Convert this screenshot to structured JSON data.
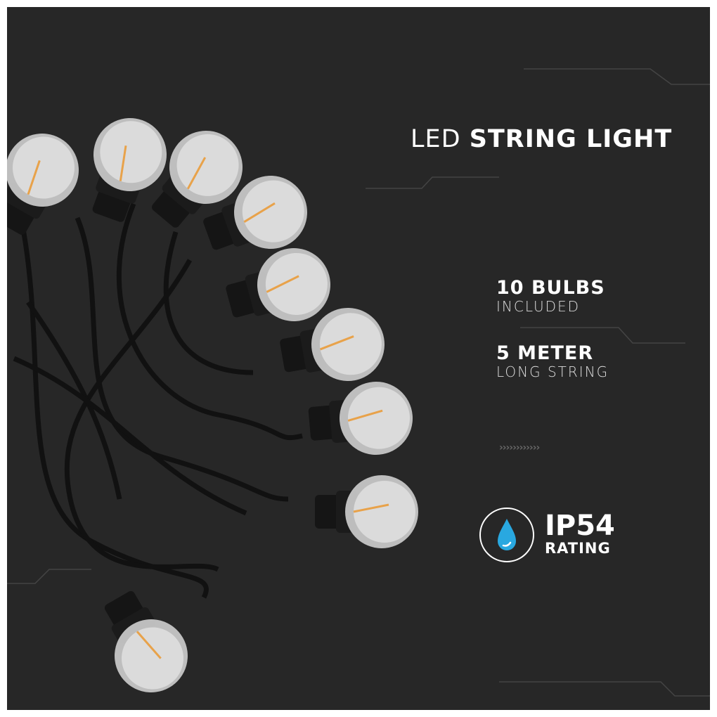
{
  "title": {
    "part1": "LED",
    "part2": "STRING LIGHT"
  },
  "features": [
    {
      "headline": "10 BULBS",
      "sub": "INCLUDED"
    },
    {
      "headline": "5 METER",
      "sub": "LONG STRING"
    }
  ],
  "chevrons": "››››››››››››",
  "rating": {
    "code": "IP54",
    "label": "RATING",
    "icon": "water-drop-icon",
    "color": "#29a8e0"
  },
  "bulb_count": 10
}
